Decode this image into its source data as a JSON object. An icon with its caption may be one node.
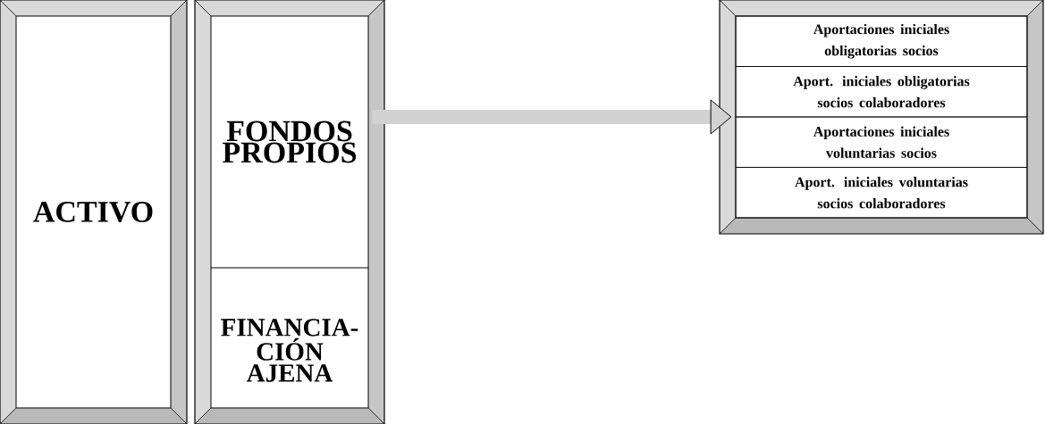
{
  "diagram": {
    "nodes": [
      {
        "text": [
          "ACTIVO"
        ]
      },
      {
        "text": [],
        "shape": "box"
      },
      {
        "text": [
          "FONDOS PROPIOS"
        ],
        "in": 1
      },
      {
        "text": [
          "FINANCIA- CIÓN AJENA"
        ],
        "in": 1
      },
      {
        "text": [],
        "shape": "box"
      },
      {
        "text": [
          "Aportaciones iniciales obligatorias socios"
        ],
        "in": 4
      },
      {
        "text": [
          "Aport. iniciales obligatorias socios colaboradores"
        ],
        "in": 4
      },
      {
        "text": [
          "Aportaciones iniciales voluntarias socios"
        ],
        "in": 4
      },
      {
        "text": [
          "Aport. iniciales voluntarias socios colaboradores"
        ],
        "in": 4
      }
    ],
    "edges": [
      {
        "from": 1,
        "to": 4,
        "arrow": "to"
      }
    ]
  }
}
